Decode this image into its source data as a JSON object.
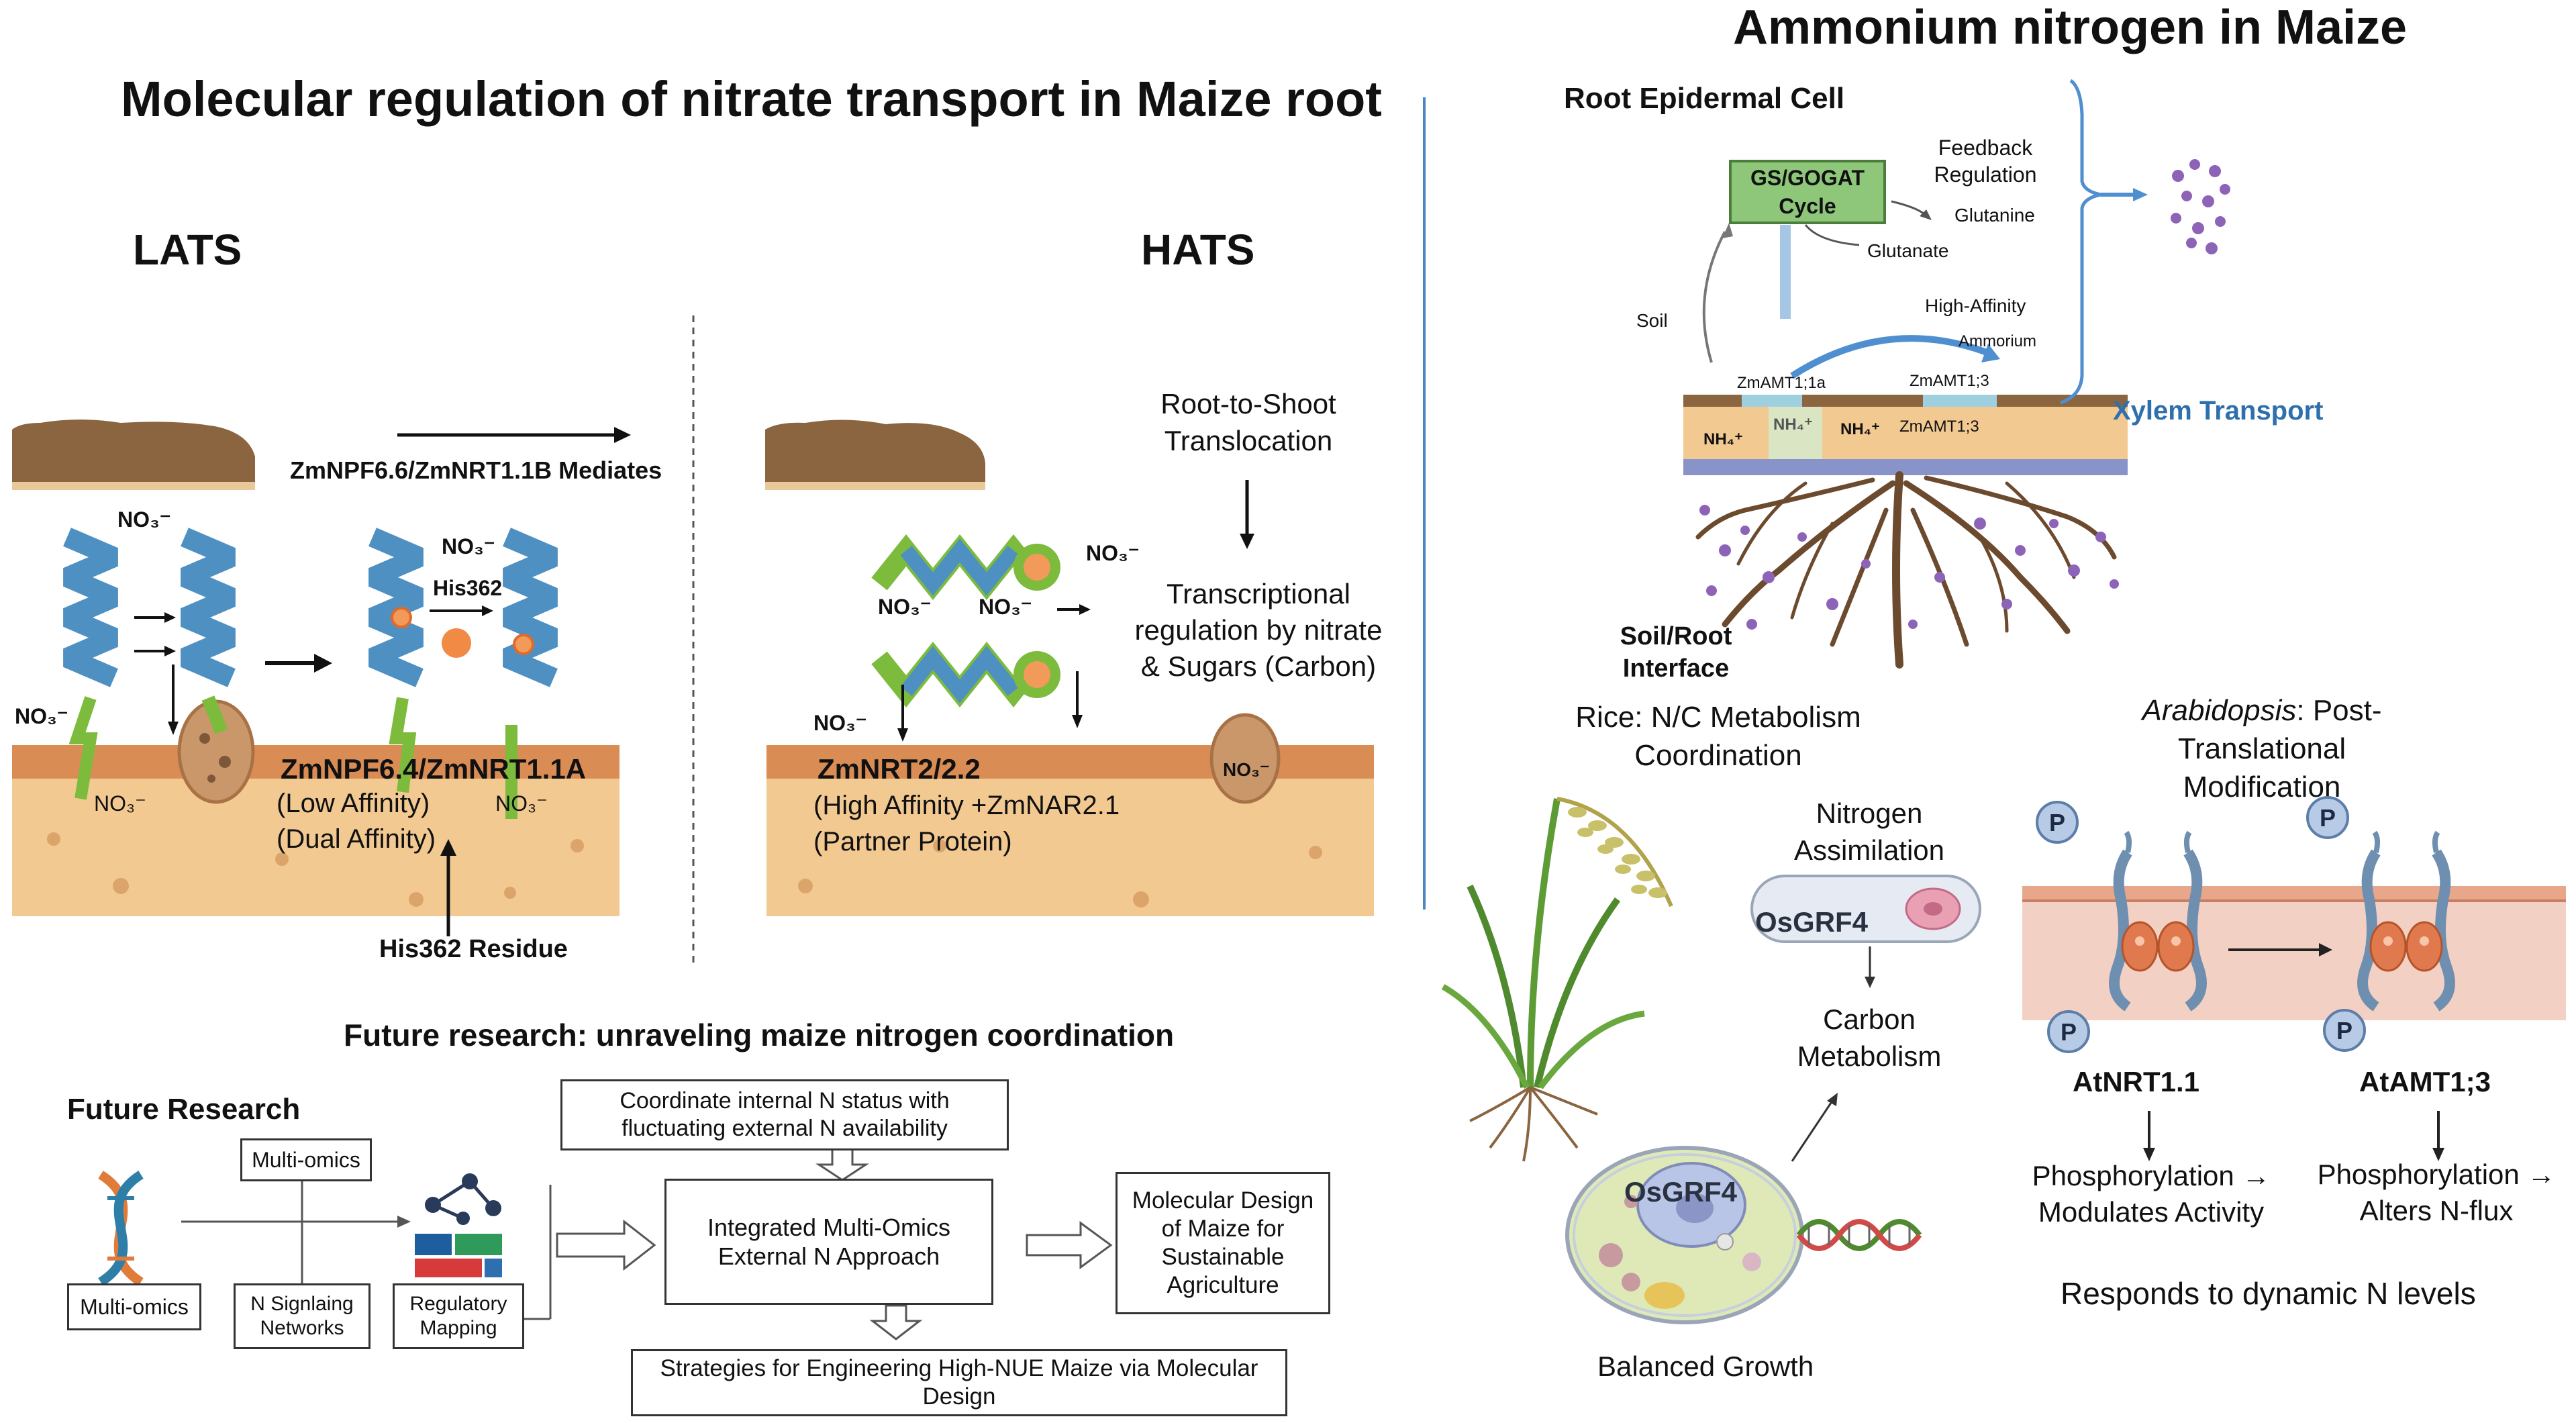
{
  "left": {
    "title": "Molecular regulation of nitrate transport in Maize root",
    "lats": {
      "heading": "LATS",
      "mediates": "ZmNPF6.6/ZmNRT1.1B Mediates",
      "no3_a": "NO₃⁻",
      "no3_b": "NO₃⁻",
      "no3_c": "NO₃⁻",
      "no3_d": "NO₃⁻",
      "no3_e": "NO₃⁻",
      "his362": "His362",
      "transporter": "ZmNPF6.4/ZmNRT1.1A",
      "low_affinity": "(Low Affinity)",
      "dual_affinity": "(Dual Affinity)",
      "residue": "His362 Residue"
    },
    "hats": {
      "heading": "HATS",
      "root_to_shoot": "Root-to-Shoot Translocation",
      "no3_a": "NO₃⁻",
      "no3_b": "NO₃⁻",
      "no3_c": "NO₃⁻",
      "no3_d": "NO₃⁻",
      "no3_e": "NO₃⁻",
      "transcriptional": "Transcriptional regulation by nitrate & Sugars (Carbon)",
      "transporter": "ZmNRT2/2.2",
      "high_affinity": "(High Affinity +ZmNAR2.1",
      "partner": "(Partner Protein)"
    },
    "future": {
      "title": "Future research: unraveling maize nitrogen coordination",
      "label": "Future Research",
      "multiomics_top": "Multi-omics",
      "multiomics_bottom": "Multi-omics",
      "signaling": "N Signlaing Networks",
      "regulatory": "Regulatory Mapping",
      "coordinate": "Coordinate internal N status with fluctuating external N availability",
      "integrated": "Integrated Multi-Omics External N Approach",
      "molecular_design": "Molecular Design of Maize for Sustainable Agriculture",
      "strategies": "Strategies for Engineering High-NUE Maize via Molecular Design"
    }
  },
  "right": {
    "title": "Ammonium nitrogen in Maize",
    "root_epidermal": "Root Epidermal Cell",
    "gs_gogat": "GS/GOGAT Cycle",
    "feedback": "Feedback Regulation",
    "glutanine": "Glutanine",
    "glutanate": "Glutanate",
    "soil": "Soil",
    "high_affinity": "High-Affinity",
    "ammonium": "Ammorium",
    "amt_a": "ZmAMT1;1a",
    "amt_b": "ZmAMT1;3",
    "amt_c": "ZmAMT1;3",
    "nh4_a": "NH₄⁺",
    "nh4_b": "NH₄⁺",
    "nh4_c": "NH₄⁺",
    "xylem": "Xylem Transport",
    "soil_root": "Soil/Root Interface",
    "rice": {
      "title": "Rice: N/C Metabolism Coordination",
      "nitrogen_assimilation": "Nitrogen Assimilation",
      "osgrf4_a": "OsGRF4",
      "carbon_metabolism": "Carbon Metabolism",
      "osgrf4_b": "OsGRF4",
      "balanced": "Balanced Growth"
    },
    "arabidopsis": {
      "title_italic": "Arabidopsis",
      "title_rest": ": Post-Translational Modification",
      "p": "P",
      "atnrt": "AtNRT1.1",
      "atamt": "AtAMT1;3",
      "phos_a_1": "Phosphorylation →",
      "phos_a_2": "Modulates Activity",
      "phos_b_1": "Phosphorylation →",
      "phos_b_2": "Alters N-flux",
      "responds": "Responds to dynamic N levels"
    }
  },
  "colors": {
    "soil_brown": "#8b6440",
    "membrane_orange": "#d9905a",
    "cell_tan": "#f3c992",
    "helix_blue": "#4f90c2",
    "helix_green": "#7cbb3c",
    "gs_green": "#8fc77a",
    "xylem_blue": "#2e6fae",
    "ammonium_purple": "#8d63b8"
  }
}
